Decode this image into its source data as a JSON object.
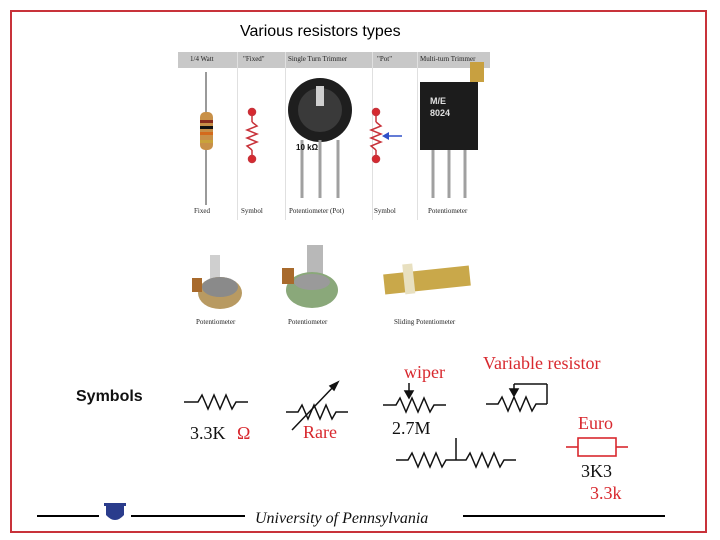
{
  "title": "Various resistors types",
  "photo_strip": {
    "headers": [
      "1/4 Watt",
      "\"Fixed\"",
      "Single Turn Trimmer",
      "\"Pot\"",
      "Multi-turn Trimmer"
    ],
    "captions": [
      "Fixed",
      "Symbol",
      "Potentiometer (Pot)",
      "Symbol",
      "Potentiometer"
    ],
    "chip_text_line1": "M/E",
    "chip_text_line2": "8024",
    "dial_text": "10 kΩ"
  },
  "pots_row": {
    "captions": [
      "Potentiometer",
      "Potentiometer",
      "Sliding Potentiometer"
    ]
  },
  "symbols": {
    "label": "Symbols",
    "fixed_value": "3.3K",
    "ohm_symbol": "Ω",
    "rare_label": "Rare",
    "wiper_label": "wiper",
    "pot_value": "2.7M",
    "variable_label": "Variable resistor",
    "euro_label": "Euro",
    "euro_value": "3K3",
    "euro_value_alt": "3.3k"
  },
  "footer": {
    "text": "University of Pennsylvania"
  },
  "colors": {
    "frame": "#c8323a",
    "symbol_red": "#d8282e",
    "resistor_body": "#c89048"
  }
}
